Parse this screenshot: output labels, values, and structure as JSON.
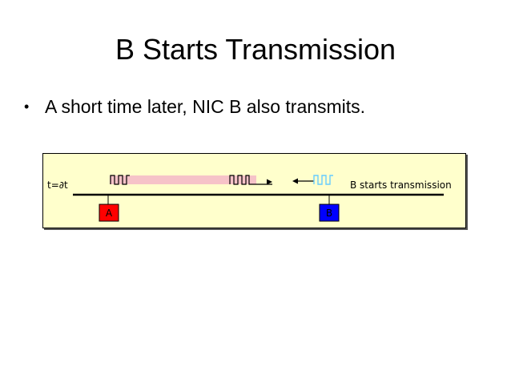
{
  "slide": {
    "title": "B Starts Transmission",
    "bullets": [
      {
        "text": "A short time later, NIC B also transmits."
      }
    ]
  },
  "figure": {
    "time_label": "t=∂t",
    "status_label": "B starts transmission",
    "node_a_label": "A",
    "node_b_label": "B",
    "colors": {
      "background": "#ffffcc",
      "signal_band": "#f6c3c8",
      "node_a": "#ff0000",
      "node_b": "#0000ff",
      "b_signal": "#66ccff"
    }
  }
}
